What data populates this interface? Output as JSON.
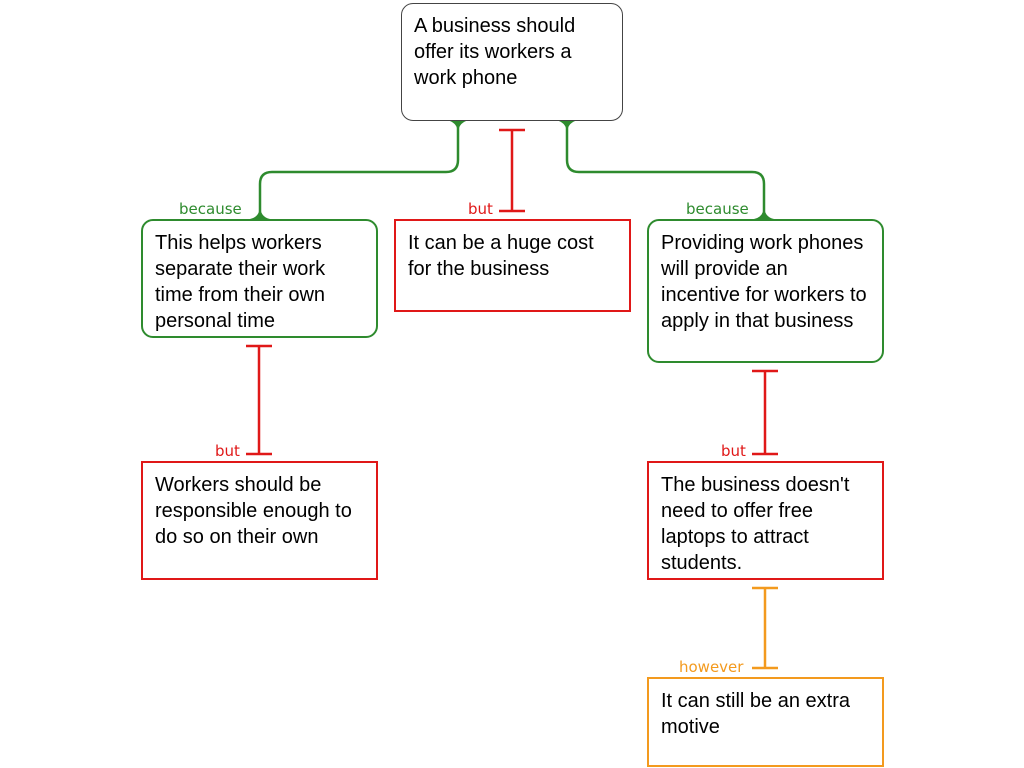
{
  "nodes": {
    "claim": "A business should offer its workers a work phone",
    "reason_left": "This helps workers separate their work time from their own personal time",
    "objection_cost": "It can be a huge cost for the business",
    "reason_right": "Providing work phones will provide an incentive for workers to apply in that business",
    "objection_left": "Workers should be responsible enough to do so on their own",
    "objection_right": "The business doesn't need to offer free laptops to attract students.",
    "rebuttal": "It can still be an extra motive"
  },
  "labels": {
    "because_left": "because",
    "but_middle": "but",
    "because_right": "because",
    "but_left": "but",
    "but_right": "but",
    "however": "however"
  },
  "colors": {
    "support": "#2e8b2e",
    "objection": "#e01818",
    "rebuttal": "#f39a1e",
    "main_border": "#444444"
  }
}
